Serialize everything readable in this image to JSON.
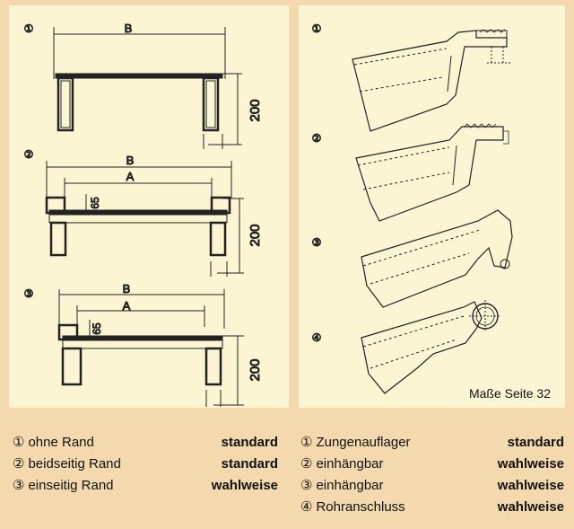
{
  "left_panel": {
    "variants": [
      {
        "number": "①",
        "dims": {
          "b": "B",
          "h": "200"
        }
      },
      {
        "number": "②",
        "dims": {
          "b": "B",
          "a": "A",
          "edge": "65",
          "h": "200"
        }
      },
      {
        "number": "③",
        "dims": {
          "b": "B",
          "a": "A",
          "edge": "65",
          "h": "200"
        }
      }
    ]
  },
  "right_panel": {
    "variants": [
      {
        "number": "①"
      },
      {
        "number": "②"
      },
      {
        "number": "③"
      },
      {
        "number": "④"
      }
    ],
    "note": "Maße Seite 32"
  },
  "legend_left": [
    {
      "num": "①",
      "label": "ohne Rand",
      "value": "standard"
    },
    {
      "num": "②",
      "label": "beidseitig Rand",
      "value": "standard"
    },
    {
      "num": "③",
      "label": "einseitig Rand",
      "value": "wahlweise"
    }
  ],
  "legend_right": [
    {
      "num": "①",
      "label": "Zungenauflager",
      "value": "standard"
    },
    {
      "num": "②",
      "label": "einhängbar",
      "value": "wahlweise"
    },
    {
      "num": "③",
      "label": "einhängbar",
      "value": "wahlweise"
    },
    {
      "num": "④",
      "label": "Rohranschluss",
      "value": "wahlweise"
    }
  ],
  "colors": {
    "background": "#f3d9ad",
    "panel": "#fbf5d3",
    "ink": "#111111"
  }
}
